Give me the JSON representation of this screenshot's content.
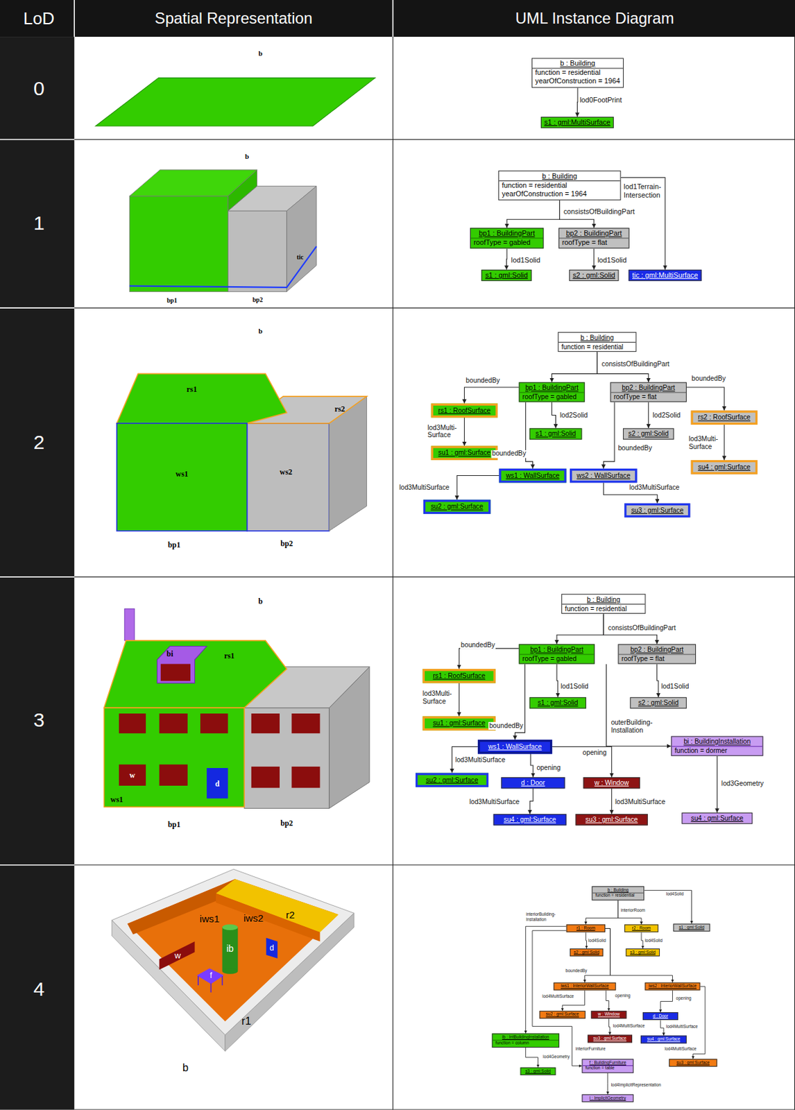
{
  "diagram": {
    "nodes": [
      {
        "text": [
          "b : Building",
          "function = residential",
          "yearOfConstruction = 1964"
        ]
      },
      {
        "text": [
          "s1 : gml:MultiSurface"
        ]
      },
      {
        "text": [
          "b : Building",
          "function = residential",
          "yearOfConstruction = 1964"
        ]
      },
      {
        "text": [
          "bp1 : BuildingPart",
          "roofType = gabled"
        ]
      },
      {
        "text": [
          "bp2 : BuildingPart",
          "roofType = flat"
        ]
      },
      {
        "text": [
          "s1 : gml:Solid"
        ]
      },
      {
        "text": [
          "s2 : gml:Solid"
        ]
      },
      {
        "text": [
          "tic : gml:MultiSurface"
        ]
      },
      {
        "text": [
          "b : Building",
          "function = residential"
        ]
      },
      {
        "text": [
          "bp1 : BuildingPart",
          "roofType = gabled"
        ]
      },
      {
        "text": [
          "bp2 : BuildingPart",
          "roofType = flat"
        ]
      },
      {
        "text": [
          "rs1 : RoofSurface"
        ]
      },
      {
        "text": [
          "s1 : gml:Solid"
        ]
      },
      {
        "text": [
          "s2 : gml:Solid"
        ]
      },
      {
        "text": [
          "rs2 : RoofSurface"
        ]
      },
      {
        "text": [
          "su1 : gml:Surface"
        ]
      },
      {
        "text": [
          "su4 : gml:Surface"
        ]
      },
      {
        "text": [
          "ws1 : WallSurface"
        ]
      },
      {
        "text": [
          "ws2 : WallSurface"
        ]
      },
      {
        "text": [
          "su2 : gml:Surface"
        ]
      },
      {
        "text": [
          "su3 : gml:Surface"
        ]
      },
      {
        "text": [
          "b : Building",
          "function = residential"
        ]
      },
      {
        "text": [
          "bp1 : BuildingPart",
          "roofType = gabled"
        ]
      },
      {
        "text": [
          "bp2 : BuildingPart",
          "roofType = flat"
        ]
      },
      {
        "text": [
          "rs1 : RoofSurface"
        ]
      },
      {
        "text": [
          "s1 : gml:Solid"
        ]
      },
      {
        "text": [
          "s2 : gml:Solid"
        ]
      },
      {
        "text": [
          "su1 : gml:Surface"
        ]
      },
      {
        "text": [
          "ws1 : WallSurface"
        ]
      },
      {
        "text": [
          "bi : BuildingInstallation",
          "function = dormer"
        ]
      },
      {
        "text": [
          "su2 : gml:Surface"
        ]
      },
      {
        "text": [
          "d : Door"
        ]
      },
      {
        "text": [
          "w : Window"
        ]
      },
      {
        "text": [
          "su4 : gml:Surface"
        ]
      },
      {
        "text": [
          "su3 : gml:Surface"
        ]
      },
      {
        "text": [
          "su4 : gml:Surface"
        ]
      },
      {
        "text": [
          "b : Building",
          "function = residential"
        ]
      },
      {
        "text": [
          "s1 : gml:Solid"
        ]
      },
      {
        "text": [
          "r1 : Room"
        ]
      },
      {
        "text": [
          "r2 : Room"
        ]
      },
      {
        "text": [
          "s2 : gml:Solid"
        ]
      },
      {
        "text": [
          "s3 : gml:Solid"
        ]
      },
      {
        "text": [
          "iws1 : InteriorWallSurface"
        ]
      },
      {
        "text": [
          "iws2 : InteriorWallSurface"
        ]
      },
      {
        "text": [
          "su2 : gml:Surface"
        ]
      },
      {
        "text": [
          "w : Window"
        ]
      },
      {
        "text": [
          "d : Door"
        ]
      },
      {
        "text": [
          "su3 : gml:Surface"
        ]
      },
      {
        "text": [
          "su4 : gml:Surface"
        ]
      },
      {
        "text": [
          "ib : IntBuildingInstallation",
          "function = column"
        ]
      },
      {
        "text": [
          "su3 : gml:Surface"
        ]
      },
      {
        "text": [
          "f : BuildingFurniture",
          "function = table"
        ]
      },
      {
        "text": [
          "s3 : gml:Solid"
        ]
      },
      {
        "text": [
          "i : ImplicitGeometry"
        ]
      }
    ],
    "edges": [
      {
        "from": 0,
        "to": 1,
        "arrow": "to",
        "label": "lod0FootPrint"
      },
      {
        "from": 2,
        "to": 3,
        "arrow": "to",
        "label": "consistsOfBuildingPart"
      },
      {
        "from": 2,
        "to": 4,
        "arrow": "to"
      },
      {
        "from": 3,
        "to": 5,
        "arrow": "to",
        "label": "lod1Solid"
      },
      {
        "from": 4,
        "to": 6,
        "arrow": "to",
        "label": "lod1Solid"
      },
      {
        "from": 2,
        "to": 7,
        "arrow": "to",
        "label": "lod1Terrain- Intersection"
      },
      {
        "from": 8,
        "to": 9,
        "arrow": "to",
        "label": "consistsOfBuildingPart"
      },
      {
        "from": 8,
        "to": 10,
        "arrow": "to"
      },
      {
        "from": 9,
        "to": 11,
        "arrow": "to",
        "label": "boundedBy"
      },
      {
        "from": 10,
        "to": 14,
        "arrow": "to",
        "label": "boundedBy"
      },
      {
        "from": 11,
        "to": 15,
        "arrow": "to",
        "label": "lod3Multi- Surface"
      },
      {
        "from": 9,
        "to": 12,
        "arrow": "to",
        "label": "lod2Solid"
      },
      {
        "from": 10,
        "to": 13,
        "arrow": "to",
        "label": "lod2Solid"
      },
      {
        "from": 9,
        "to": 17,
        "arrow": "to",
        "label": "boundedBy"
      },
      {
        "from": 10,
        "to": 18,
        "arrow": "to",
        "label": "boundedBy"
      },
      {
        "from": 14,
        "to": 16,
        "arrow": "to",
        "label": "lod3Multi- Surface"
      },
      {
        "from": 17,
        "to": 19,
        "arrow": "to",
        "label": "lod3MultiSurface"
      },
      {
        "from": 18,
        "to": 20,
        "arrow": "to",
        "label": "lod3MultiSurface"
      },
      {
        "from": 21,
        "to": 22,
        "arrow": "to",
        "label": "consistsOfBuildingPart"
      },
      {
        "from": 21,
        "to": 23,
        "arrow": "to"
      },
      {
        "from": 22,
        "to": 24,
        "arrow": "to",
        "label": "boundedBy"
      },
      {
        "from": 24,
        "to": 27,
        "arrow": "to",
        "label": "lod3Multi- Surface"
      },
      {
        "from": 22,
        "to": 25,
        "arrow": "to",
        "label": "lod1Solid"
      },
      {
        "from": 23,
        "to": 26,
        "arrow": "to",
        "label": "lod1Solid"
      },
      {
        "from": 22,
        "to": 28,
        "arrow": "to",
        "label": "boundedBy"
      },
      {
        "from": 22,
        "to": 29,
        "arrow": "to",
        "label": "outerBuilding- Installation"
      },
      {
        "from": 28,
        "to": 30,
        "arrow": "to",
        "label": "lod3MultiSurface"
      },
      {
        "from": 28,
        "to": 31,
        "arrow": "to",
        "label": "opening"
      },
      {
        "from": 28,
        "to": 32,
        "arrow": "to",
        "label": "opening"
      },
      {
        "from": 31,
        "to": 33,
        "arrow": "to",
        "label": "lod3MultiSurface"
      },
      {
        "from": 32,
        "to": 34,
        "arrow": "to",
        "label": "lod3MultiSurface"
      },
      {
        "from": 29,
        "to": 35,
        "arrow": "to",
        "label": "lod3Geometry"
      },
      {
        "from": 36,
        "to": 37,
        "arrow": "to",
        "label": "lod4Solid"
      },
      {
        "from": 36,
        "to": 38,
        "arrow": "to",
        "label": "interiorRoom"
      },
      {
        "from": 36,
        "to": 39,
        "arrow": "to"
      },
      {
        "from": 38,
        "to": 40,
        "arrow": "to",
        "label": "lod4Solid"
      },
      {
        "from": 39,
        "to": 41,
        "arrow": "to",
        "label": "lod4Solid"
      },
      {
        "from": 38,
        "to": 42,
        "arrow": "to",
        "label": "boundedBy"
      },
      {
        "from": 38,
        "to": 43,
        "arrow": "to"
      },
      {
        "from": 42,
        "to": 44,
        "arrow": "to",
        "label": "lod4MultiSurface"
      },
      {
        "from": 42,
        "to": 45,
        "arrow": "to",
        "label": "opening"
      },
      {
        "from": 43,
        "to": 46,
        "arrow": "to",
        "label": "opening"
      },
      {
        "from": 45,
        "to": 47,
        "arrow": "to",
        "label": "lod4MultiSurface"
      },
      {
        "from": 46,
        "to": 48,
        "arrow": "to",
        "label": "lod4MultiSurface"
      },
      {
        "from": 43,
        "to": 50,
        "arrow": "to",
        "label": "lod4MultiSurface"
      },
      {
        "from": 38,
        "to": 49,
        "arrow": "to",
        "label": "interiorBuilding- Installation"
      },
      {
        "from": 38,
        "to": 51,
        "arrow": "to",
        "label": "interiorFurniture"
      },
      {
        "from": 49,
        "to": 52,
        "arrow": "to",
        "label": "lod4Geometry"
      },
      {
        "from": 51,
        "to": 53,
        "arrow": "to",
        "label": "lod4ImplicitRepresentation"
      }
    ],
    "labels": [
      "LoD",
      "Spatial Representation",
      "UML Instance Diagram",
      "0",
      "b",
      "1",
      "b",
      "tic",
      "bp1",
      "bp2",
      "2",
      "b",
      "rs1",
      "rs2",
      "ws1",
      "ws2",
      "bp1",
      "bp2",
      "3",
      "b",
      "bi",
      "rs1",
      "w",
      "d",
      "ws1",
      "bp1",
      "bp2",
      "4",
      "r2",
      "iws1",
      "iws2",
      "ib",
      "w",
      "d",
      "f",
      "r1",
      "b"
    ]
  }
}
